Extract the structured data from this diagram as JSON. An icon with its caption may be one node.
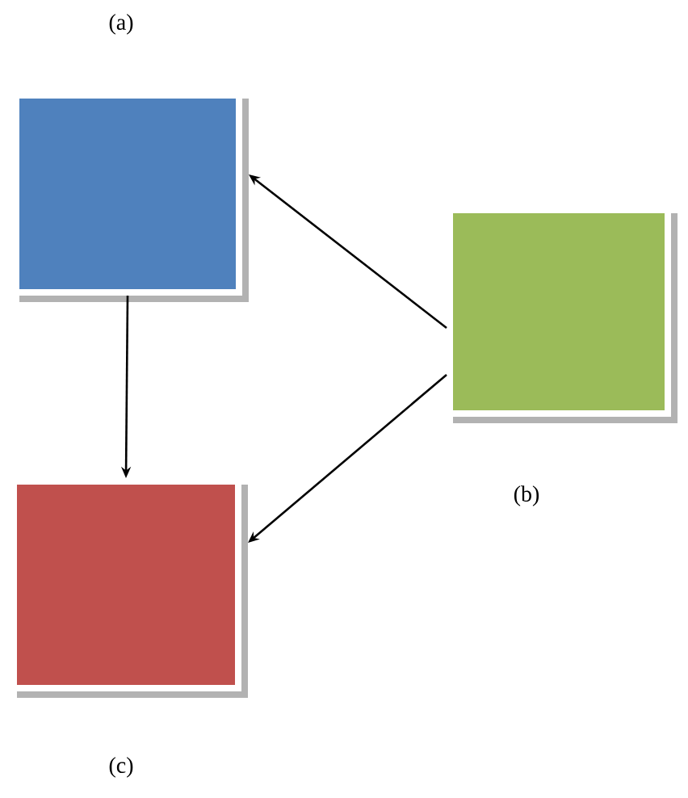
{
  "diagram": {
    "nodes": [
      {
        "text": [],
        "shape": "box",
        "beside": [
          "(a)"
        ]
      },
      {
        "text": [],
        "shape": "box",
        "beside": [
          "(b)"
        ]
      },
      {
        "text": [],
        "shape": "box",
        "beside": [
          "(c)"
        ]
      }
    ],
    "edges": [
      {
        "from": 0,
        "to": 2,
        "arrow": "to"
      },
      {
        "from": 1,
        "to": 0,
        "arrow": "to"
      },
      {
        "from": 1,
        "to": 2,
        "arrow": "to"
      }
    ]
  }
}
